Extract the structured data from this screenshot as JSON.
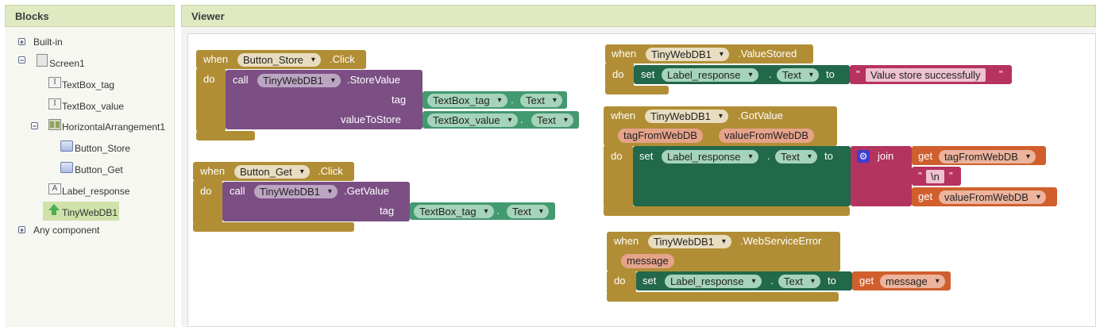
{
  "panels": {
    "blocks_title": "Blocks",
    "viewer_title": "Viewer"
  },
  "tree": {
    "builtin": "Built-in",
    "screen": "Screen1",
    "textbox_tag": "TextBox_tag",
    "textbox_value": "TextBox_value",
    "harr": "HorizontalArrangement1",
    "button_store": "Button_Store",
    "button_get": "Button_Get",
    "label_response": "Label_response",
    "tinywebdb": "TinyWebDB1",
    "any": "Any component"
  },
  "kw": {
    "when": "when",
    "do": "do",
    "call": "call",
    "set": "set",
    "to": "to",
    "get": "get",
    "join": "join",
    "dot": ".",
    "quote": "\"",
    "click": ".Click",
    "store_value": ".StoreValue",
    "get_value_m": ".GetValue",
    "value_stored": ".ValueStored",
    "got_value": ".GotValue",
    "ws_error": ".WebServiceError",
    "tag": "tag",
    "value_to_store": "valueToStore",
    "text": "Text"
  },
  "names": {
    "button_store": "Button_Store",
    "button_get": "Button_Get",
    "tinywebdb": "TinyWebDB1",
    "textbox_tag": "TextBox_tag",
    "textbox_value": "TextBox_value",
    "label_response": "Label_response"
  },
  "params": {
    "tag": "tagFromWebDB",
    "value": "valueFromWebDB",
    "message": "message"
  },
  "strings": {
    "stored": "Value store successfully",
    "newline": "\\n"
  },
  "colors": {
    "event": "#b18e35",
    "procedure": "#7b4f84",
    "setter": "#22684a",
    "text": "#b6325f",
    "getter": "#d05f2d",
    "component": "#439970"
  }
}
